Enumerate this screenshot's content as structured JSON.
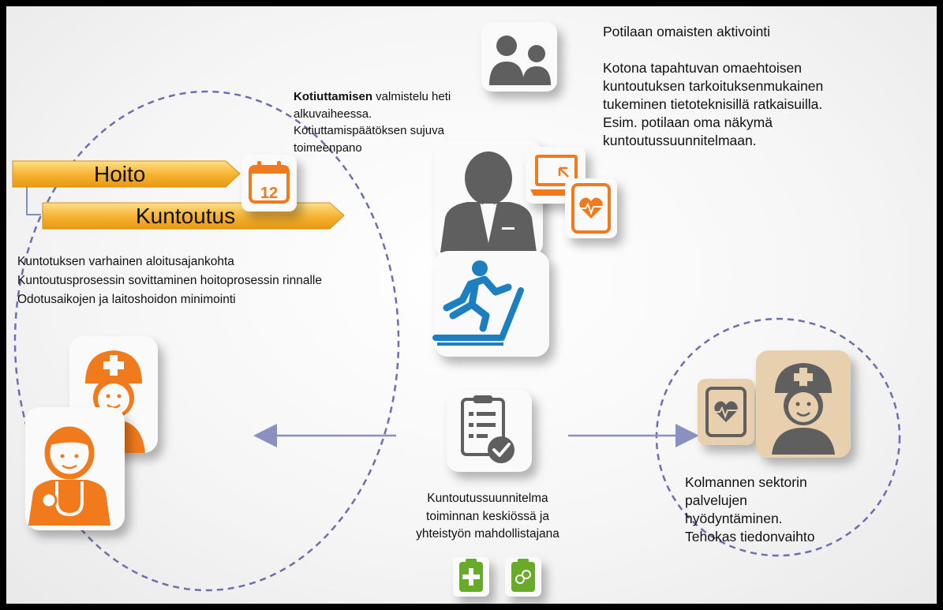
{
  "banners": {
    "hoito": "Hoito",
    "kuntoutus": "Kuntoutus",
    "calendar_day": "12"
  },
  "discharge": {
    "bold": "Kotiuttamisen",
    "rest": " valmistelu heti alkuvaiheessa. Kotiuttamispäätöksen sujuva toimeenpano"
  },
  "family": {
    "title": "Potilaan omaisten aktivointi",
    "body": "Kotona tapahtuvan omaehtoisen kuntoutuksen tarkoituksenmukainen tukeminen tietoteknisillä ratkaisuilla. Esim. potilaan oma näkymä kuntoutussuunnitelmaan."
  },
  "left_points": [
    "Kuntotuksen varhainen aloitusajankohta",
    "Kuntoutusprosessin sovittaminen hoitoprosessin rinnalle",
    "Odotusaikojen ja laitoshoidon minimointi"
  ],
  "center": {
    "lines": [
      "Kuntoutussuunnitelma",
      "toiminnan keskiössä ja",
      "yhteistyön mahdollistajana"
    ]
  },
  "third_sector": {
    "lines": [
      "Kolmannen sektorin",
      "palvelujen",
      "hyödyntäminen.",
      "Tehokas tiedonvaihto"
    ]
  },
  "colors": {
    "orange": "#f07a1a",
    "grey": "#5f5f5f",
    "blue": "#1f7fc0",
    "green": "#6aaa2a",
    "tan": "#e8cfae",
    "dash": "#6b6fae",
    "arrow": "#8a90c0"
  }
}
